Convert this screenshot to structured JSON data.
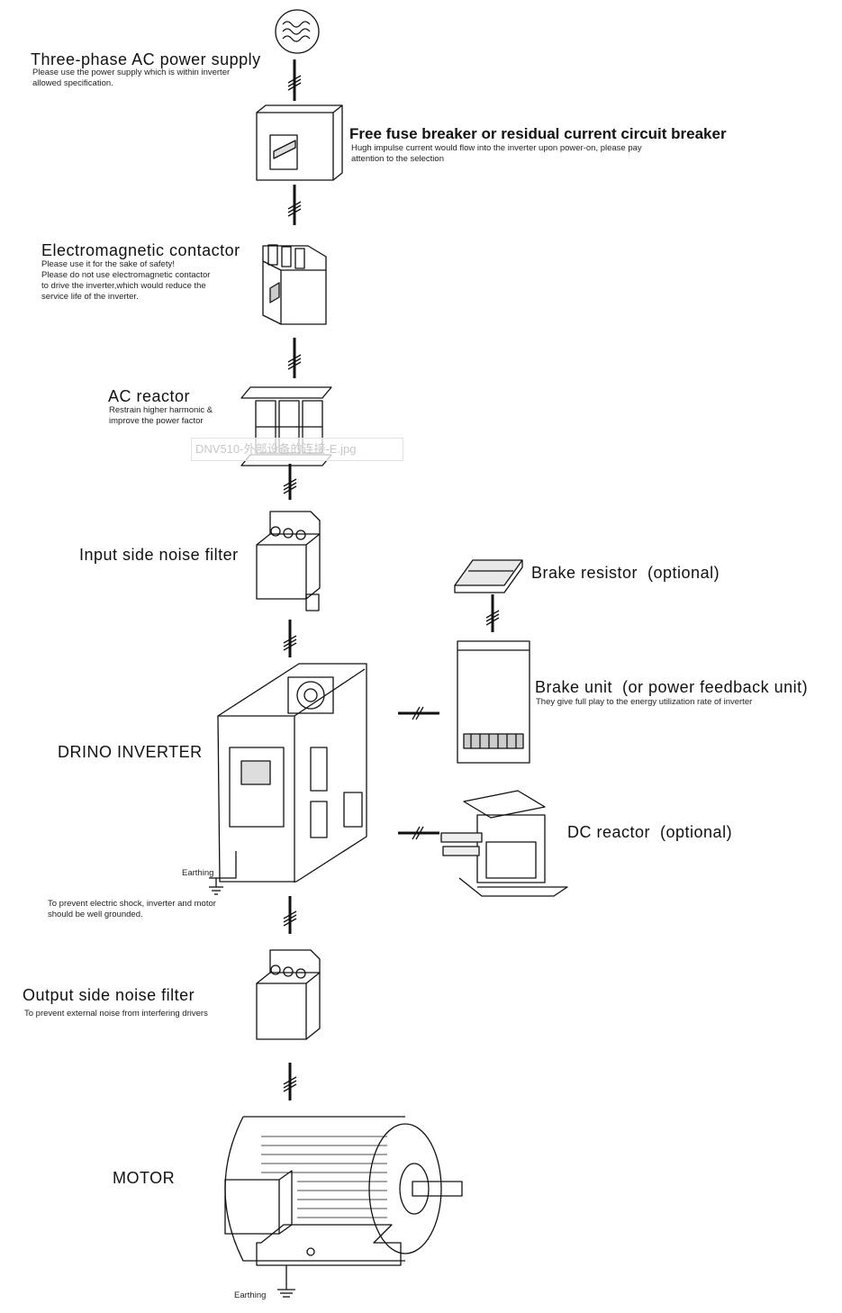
{
  "watermark": "DNV510-外部设备的连接-E.jpg",
  "components": {
    "power_supply": {
      "title": "Three-phase AC power supply",
      "note_lines": [
        "Please use the  power supply which is within inverter",
        "allowed  specification."
      ]
    },
    "breaker": {
      "title": "Free fuse breaker or residual current circuit breaker",
      "note_lines": [
        "Hugh  impulse current  would flow into the inverter upon power-on,  please  pay",
        "attention to the selection"
      ]
    },
    "contactor": {
      "title": "Electromagnetic contactor",
      "note_lines": [
        "Please  use it  for  the  sake  of  safety!",
        "Please do not use electromagnetic contactor",
        "to drive the inverter,which would reduce the",
        "service life of the inverter."
      ]
    },
    "ac_reactor": {
      "title": "AC reactor",
      "note_lines": [
        "Restrain higher harmonic &",
        "improve the power factor"
      ]
    },
    "input_filter": {
      "title": "Input side noise filter"
    },
    "brake_resistor": {
      "title": "Brake resistor  (optional)"
    },
    "brake_unit": {
      "title": "Brake unit  (or power feedback unit)",
      "note_lines": [
        "They  give full play to the energy utilization rate of  inverter"
      ]
    },
    "inverter": {
      "title": "DRINO INVERTER",
      "earthing": "Earthing"
    },
    "grounding": {
      "note_lines": [
        "To  prevent  electric shock, inverter and motor",
        "should be well grounded."
      ]
    },
    "dc_reactor": {
      "title": "DC reactor  (optional)"
    },
    "output_filter": {
      "title": "Output side noise filter",
      "note_lines": [
        "To prevent external noise from interfering drivers"
      ]
    },
    "motor": {
      "title": "MOTOR",
      "earthing": "Earthing"
    }
  }
}
